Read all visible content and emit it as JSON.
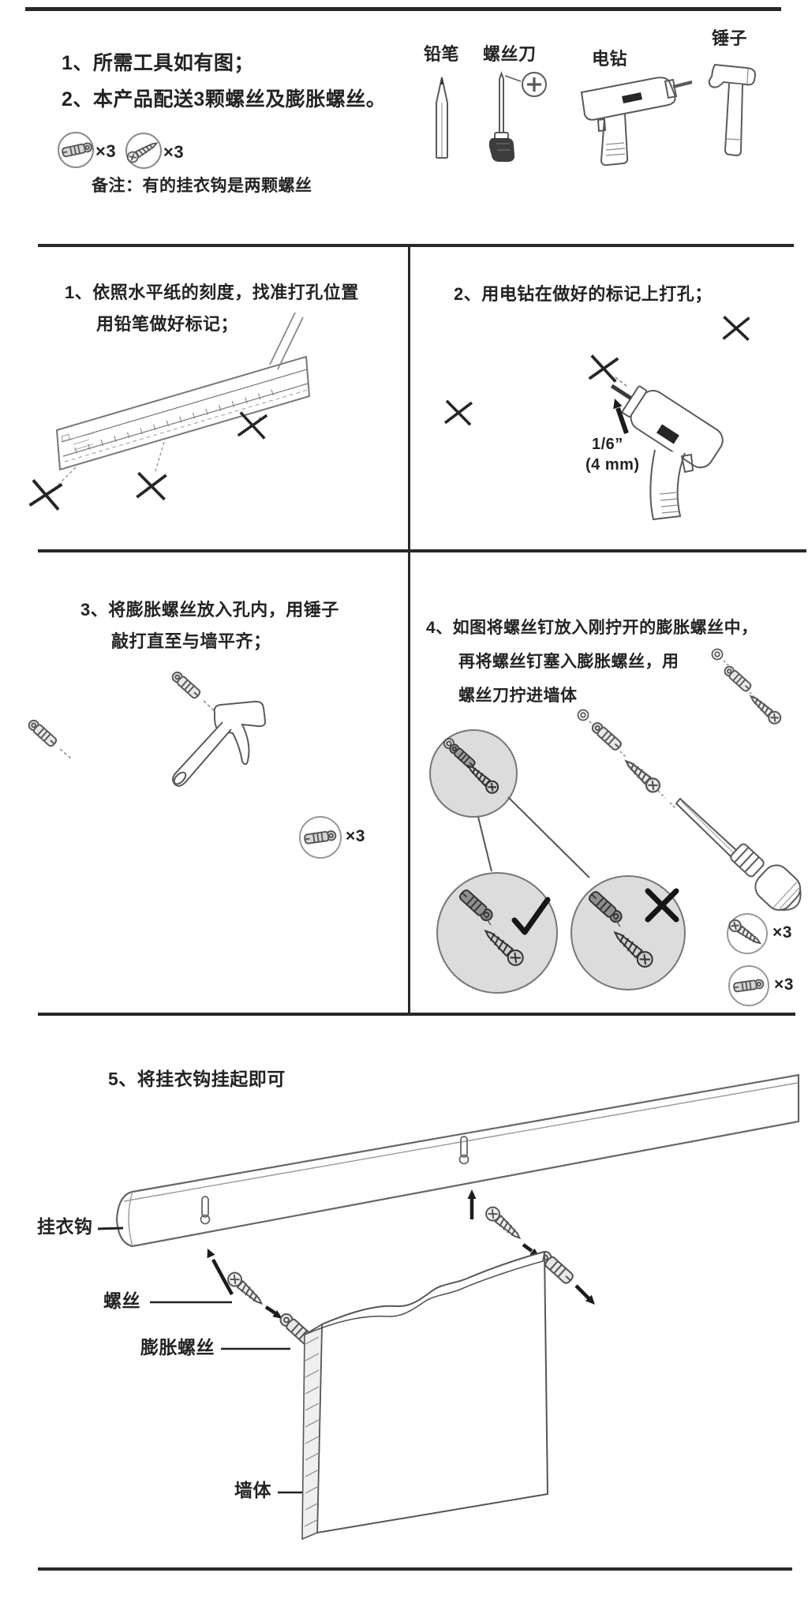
{
  "colors": {
    "ink": "#232323",
    "line_art": "#666666",
    "divider": "#282828",
    "shade": "#dcdcdc"
  },
  "intro": {
    "line1": "1、所需工具如有图；",
    "line2": "2、本产品配送3颗螺丝及膨胀螺丝。",
    "anchor_qty": "×3",
    "screw_qty": "×3",
    "note": "备注：有的挂衣钩是两颗螺丝",
    "tools": {
      "pencil": "铅笔",
      "screwdriver": "螺丝刀",
      "drill": "电钻",
      "hammer": "锤子"
    }
  },
  "step1": {
    "line1": "1、依照水平纸的刻度，找准打孔位置",
    "line2": "用铅笔做好标记；"
  },
  "step2": {
    "title": "2、用电钻在做好的标记上打孔；",
    "size_inch": "1/6”",
    "size_mm": "(4 mm)"
  },
  "step3": {
    "line1": "3、将膨胀螺丝放入孔内，用锤子",
    "line2": "敲打直至与墙平齐；",
    "anchor_qty": "×3"
  },
  "step4": {
    "line1": "4、如图将螺丝钉放入刚拧开的膨胀螺丝中，",
    "line2": "再将螺丝钉塞入膨胀螺丝，用",
    "line3": "螺丝刀拧进墙体",
    "screw_qty": "×3",
    "anchor_qty": "×3"
  },
  "step5": {
    "title": "5、将挂衣钩挂起即可",
    "labels": {
      "hook": "挂衣钩",
      "screw": "螺丝",
      "anchor": "膨胀螺丝",
      "wall": "墙体"
    }
  },
  "icons": {
    "check-icon": "✓",
    "cross-icon": "✕"
  }
}
